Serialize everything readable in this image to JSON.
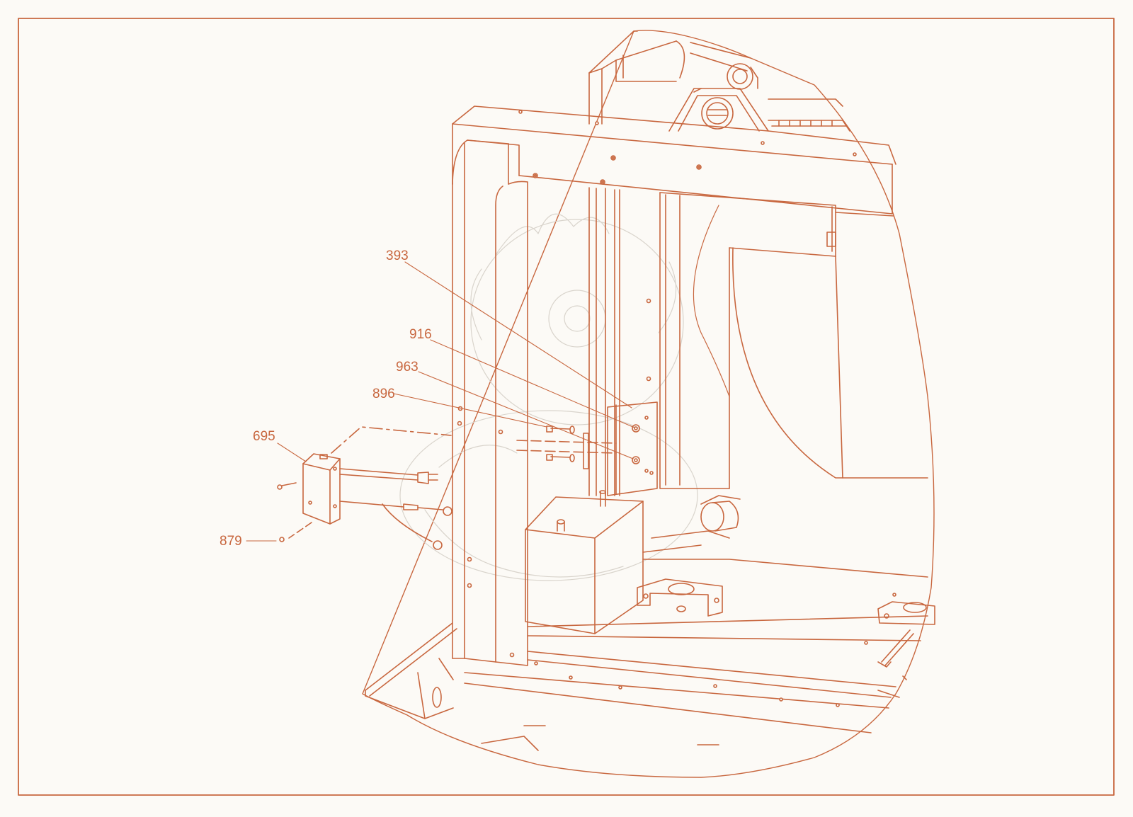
{
  "colors": {
    "ink": "#c8673f",
    "ink_light": "#e3a88a",
    "paper": "#fcfaf6",
    "watermark": "#d9d4cc"
  },
  "callouts": [
    {
      "id": "393",
      "label": "393"
    },
    {
      "id": "916",
      "label": "916"
    },
    {
      "id": "963",
      "label": "963"
    },
    {
      "id": "896",
      "label": "896"
    },
    {
      "id": "695",
      "label": "695"
    },
    {
      "id": "879",
      "label": "879"
    }
  ]
}
